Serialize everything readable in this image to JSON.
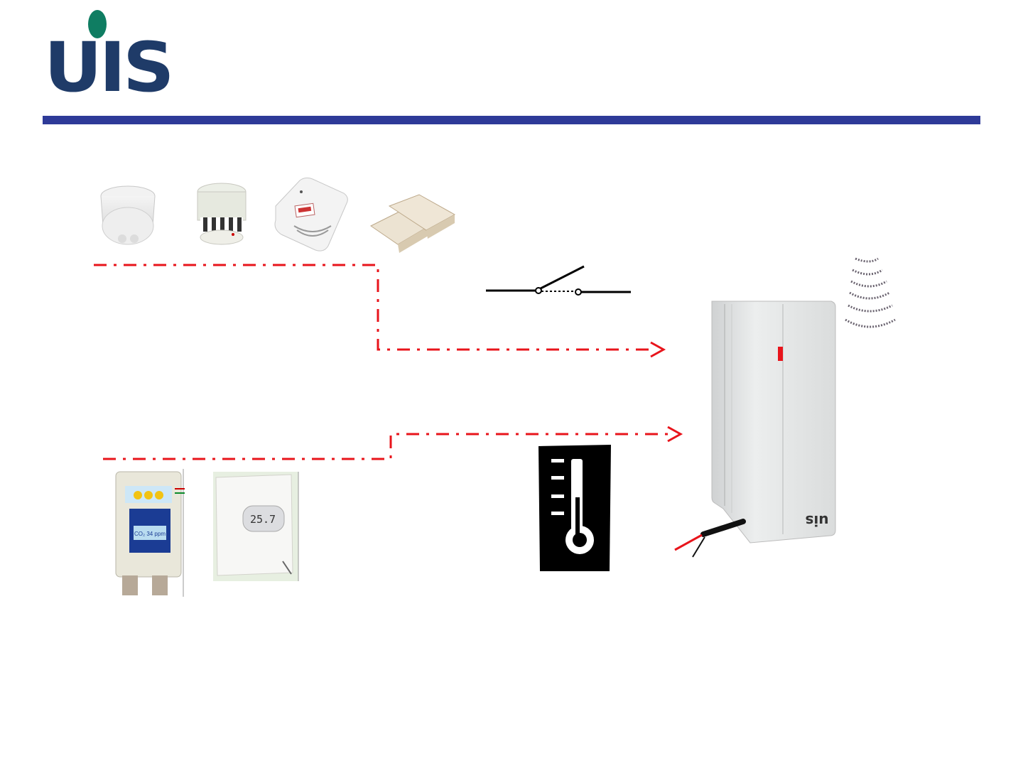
{
  "logo": {
    "text": "UIS",
    "dot_color": "#0f7d62",
    "text_color": "#1f3b68"
  },
  "header_rule_color": "#2e3a98",
  "device": {
    "brand_label": "uis"
  },
  "sensor_display": {
    "readout": "25.7",
    "co2_readout": "CO₂ 34 ppm"
  },
  "colors": {
    "connector_red": "#e8141b",
    "line_black": "#000000"
  }
}
